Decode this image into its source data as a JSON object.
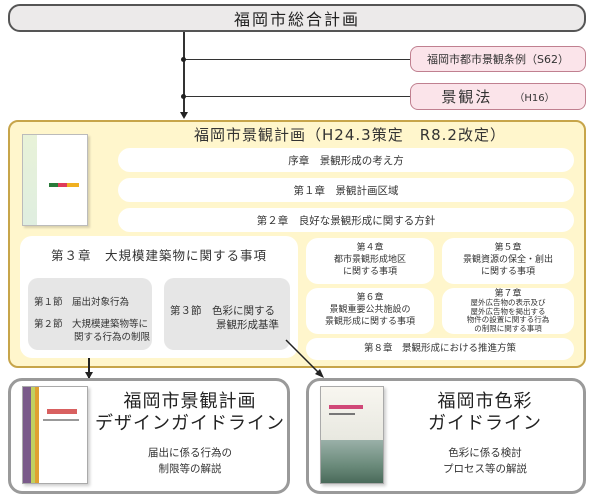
{
  "top": {
    "title": "福岡市総合計画"
  },
  "ordinance": {
    "label": "福岡市都市景観条例（S62）"
  },
  "law": {
    "label": "景観法",
    "year": "（H16）"
  },
  "plan": {
    "title": "福岡市景観計画（H24.3策定　R8.2改定）",
    "prologue": "序章　景観形成の考え方",
    "ch1": "第１章　景観計画区域",
    "ch2": "第２章　良好な景観形成に関する方針",
    "ch3": {
      "title": "第３章　大規模建築物に関する事項",
      "s1": "第１節　届出対象行為",
      "s2a": "第２節　大規模建築物等に",
      "s2b": "関する行為の制限",
      "s3a": "第３節　色彩に関する",
      "s3b": "景観形成基準"
    },
    "ch4": {
      "l1": "第４章",
      "l2": "都市景観形成地区",
      "l3": "に関する事項"
    },
    "ch5": {
      "l1": "第５章",
      "l2": "景観資源の保全・創出",
      "l3": "に関する事項"
    },
    "ch6": {
      "l1": "第６章",
      "l2": "景観重要公共施設の",
      "l3": "景観形成に関する事項"
    },
    "ch7": {
      "l1": "第７章",
      "l2": "屋外広告物の表示及び",
      "l3": "屋外広告物を掲出する",
      "l4": "物件の設置に関する行為",
      "l5": "の制限に関する事項"
    },
    "ch8": "第８章　景観形成における推進方策"
  },
  "guide_design": {
    "title1": "福岡市景観計画",
    "title2": "デザインガイドライン",
    "desc1": "届出に係る行為の",
    "desc2": "制限等の解説"
  },
  "guide_color": {
    "title1": "福岡市色彩",
    "title2": "ガイドライン",
    "desc1": "色彩に係る検討",
    "desc2": "プロセス等の解説"
  }
}
